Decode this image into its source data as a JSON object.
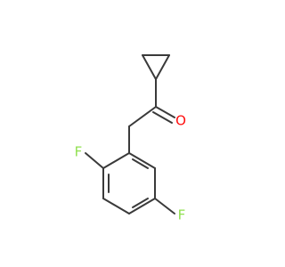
{
  "molecule": {
    "atoms": [
      {
        "id": "O1",
        "element": "O",
        "label": "O",
        "color": "#ff0d0d"
      },
      {
        "id": "F1",
        "element": "F",
        "label": "F",
        "color": "#90e050"
      },
      {
        "id": "F2",
        "element": "F",
        "label": "F",
        "color": "#90e050"
      }
    ],
    "bond_color": "#3a3a3a",
    "background": "#ffffff"
  }
}
